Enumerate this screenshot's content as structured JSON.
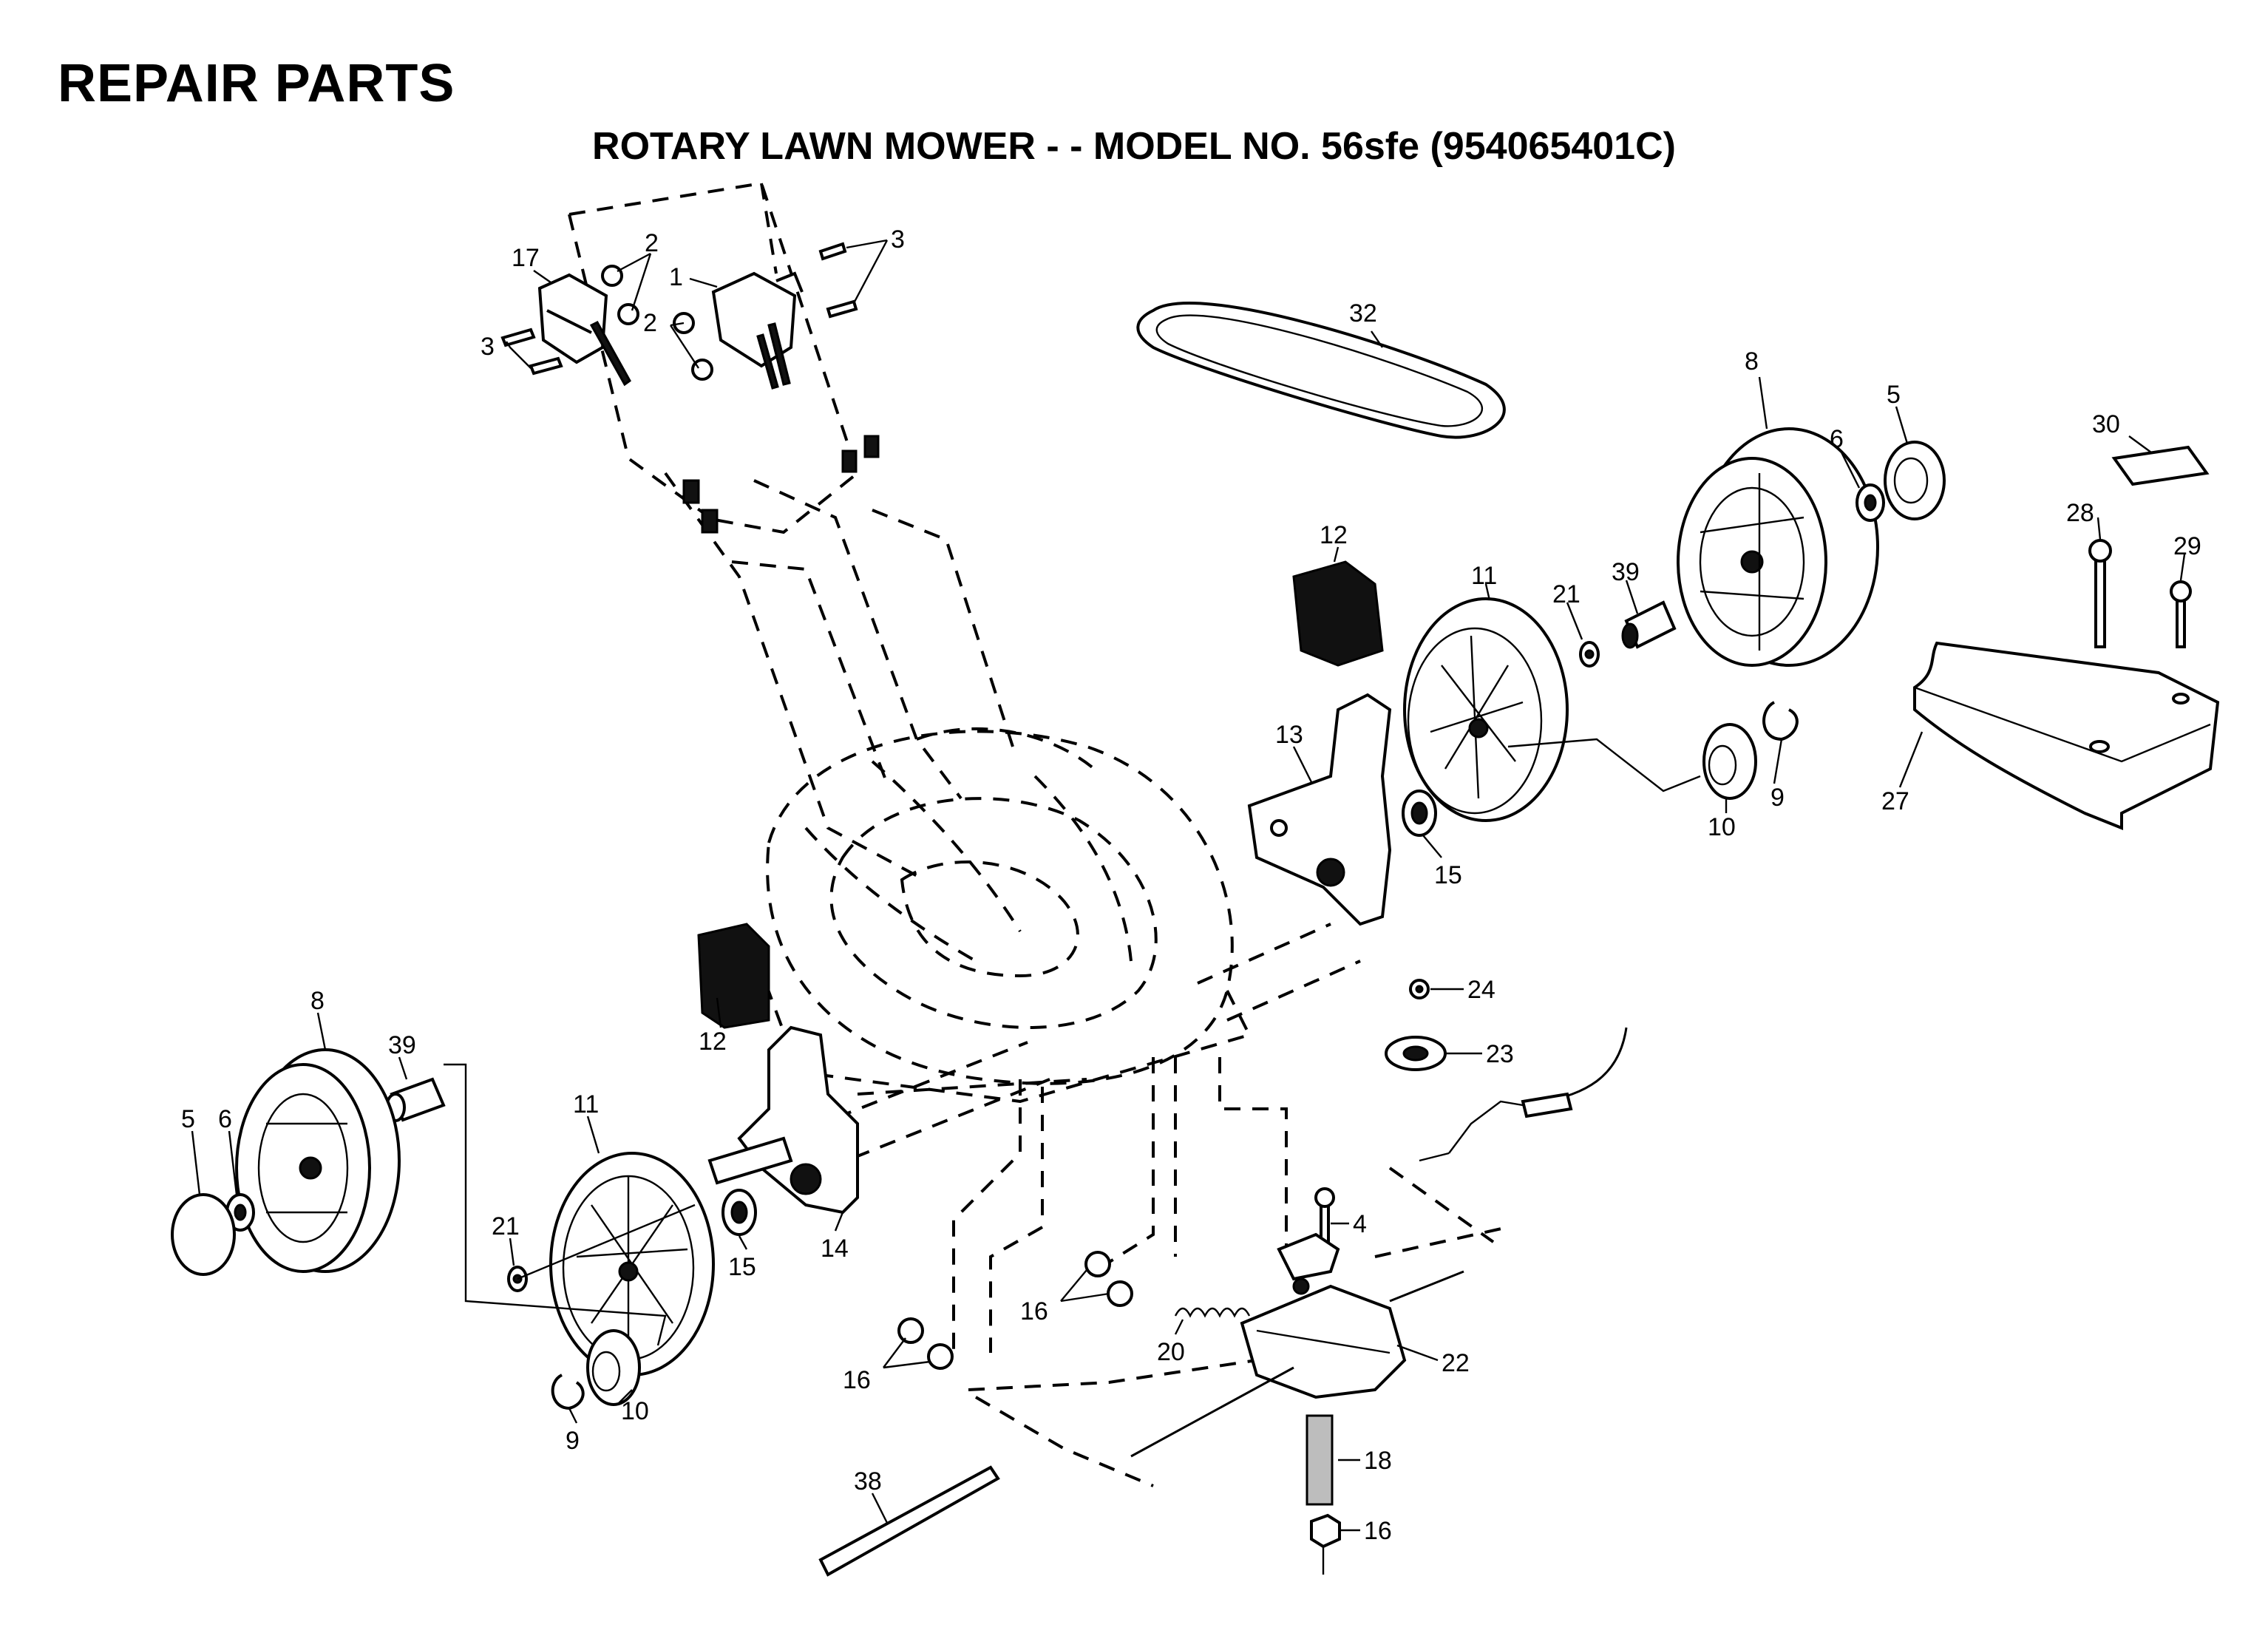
{
  "header": {
    "title": "REPAIR PARTS",
    "subtitle": "ROTARY LAWN MOWER - - MODEL NO. 56sfe (954065401C)"
  },
  "callouts": [
    {
      "id": "c17",
      "label": "17"
    },
    {
      "id": "c2a",
      "label": "2"
    },
    {
      "id": "c1",
      "label": "1"
    },
    {
      "id": "c3a",
      "label": "3"
    },
    {
      "id": "c2b",
      "label": "2"
    },
    {
      "id": "c3b",
      "label": "3"
    },
    {
      "id": "c32",
      "label": "32"
    },
    {
      "id": "c8a",
      "label": "8"
    },
    {
      "id": "c5a",
      "label": "5"
    },
    {
      "id": "c6a",
      "label": "6"
    },
    {
      "id": "c30",
      "label": "30"
    },
    {
      "id": "c28",
      "label": "28"
    },
    {
      "id": "c29",
      "label": "29"
    },
    {
      "id": "c12a",
      "label": "12"
    },
    {
      "id": "c11a",
      "label": "11"
    },
    {
      "id": "c21a",
      "label": "21"
    },
    {
      "id": "c39a",
      "label": "39"
    },
    {
      "id": "c13",
      "label": "13"
    },
    {
      "id": "c9a",
      "label": "9"
    },
    {
      "id": "c10a",
      "label": "10"
    },
    {
      "id": "c27",
      "label": "27"
    },
    {
      "id": "c15a",
      "label": "15"
    },
    {
      "id": "c24",
      "label": "24"
    },
    {
      "id": "c23",
      "label": "23"
    },
    {
      "id": "c12b",
      "label": "12"
    },
    {
      "id": "c8b",
      "label": "8"
    },
    {
      "id": "c39b",
      "label": "39"
    },
    {
      "id": "c11b",
      "label": "11"
    },
    {
      "id": "c5b",
      "label": "5"
    },
    {
      "id": "c6b",
      "label": "6"
    },
    {
      "id": "c4",
      "label": "4"
    },
    {
      "id": "c21b",
      "label": "21"
    },
    {
      "id": "c14",
      "label": "14"
    },
    {
      "id": "c15b",
      "label": "15"
    },
    {
      "id": "c16a",
      "label": "16"
    },
    {
      "id": "c20",
      "label": "20"
    },
    {
      "id": "c22",
      "label": "22"
    },
    {
      "id": "c16b",
      "label": "16"
    },
    {
      "id": "c9b",
      "label": "9"
    },
    {
      "id": "c10b",
      "label": "10"
    },
    {
      "id": "c18",
      "label": "18"
    },
    {
      "id": "c38",
      "label": "38"
    },
    {
      "id": "c16c",
      "label": "16"
    }
  ]
}
